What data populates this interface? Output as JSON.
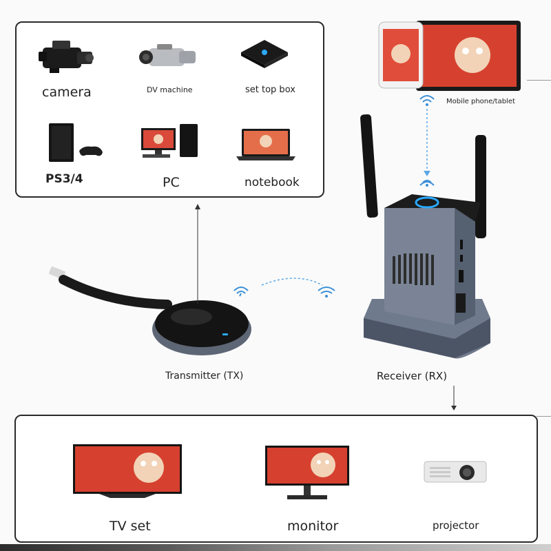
{
  "sources": {
    "camera": "camera",
    "dv_machine": "DV machine",
    "set_top_box": "set top box",
    "ps": "PS3/4",
    "pc": "PC",
    "notebook": "notebook"
  },
  "mobile": {
    "label": "Mobile phone/tablet"
  },
  "transmitter": {
    "label": "Transmitter (TX)"
  },
  "receiver": {
    "label": "Receiver (RX)"
  },
  "displays": {
    "tv": "TV set",
    "monitor": "monitor",
    "projector": "projector"
  },
  "colors": {
    "panel_border": "#2a2a2a",
    "wifi_blue": "#3a8fd8",
    "led_blue": "#2aa9ff",
    "device_gray": "#6f7a8c"
  }
}
